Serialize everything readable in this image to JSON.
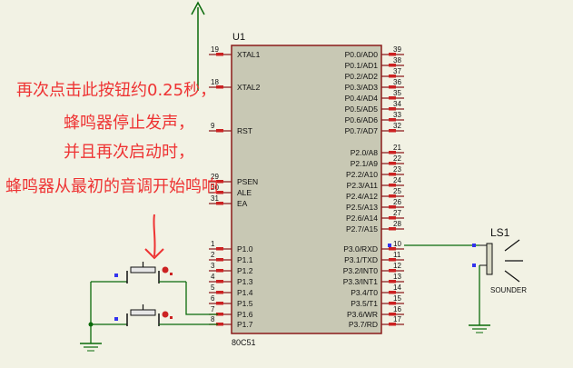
{
  "chip": {
    "ref": "U1",
    "part": "80C51",
    "left_pins": [
      {
        "num": "19",
        "label": "XTAL1"
      },
      {
        "num": "18",
        "label": "XTAL2"
      },
      {
        "num": "9",
        "label": "RST"
      },
      {
        "num": "29",
        "label": "PSEN"
      },
      {
        "num": "30",
        "label": "ALE"
      },
      {
        "num": "31",
        "label": "EA"
      },
      {
        "num": "1",
        "label": "P1.0"
      },
      {
        "num": "2",
        "label": "P1.1"
      },
      {
        "num": "3",
        "label": "P1.2"
      },
      {
        "num": "4",
        "label": "P1.3"
      },
      {
        "num": "5",
        "label": "P1.4"
      },
      {
        "num": "6",
        "label": "P1.5"
      },
      {
        "num": "7",
        "label": "P1.6"
      },
      {
        "num": "8",
        "label": "P1.7"
      }
    ],
    "right_pins": [
      {
        "num": "39",
        "label": "P0.0/AD0"
      },
      {
        "num": "38",
        "label": "P0.1/AD1"
      },
      {
        "num": "37",
        "label": "P0.2/AD2"
      },
      {
        "num": "36",
        "label": "P0.3/AD3"
      },
      {
        "num": "35",
        "label": "P0.4/AD4"
      },
      {
        "num": "34",
        "label": "P0.5/AD5"
      },
      {
        "num": "33",
        "label": "P0.6/AD6"
      },
      {
        "num": "32",
        "label": "P0.7/AD7"
      },
      {
        "num": "21",
        "label": "P2.0/A8"
      },
      {
        "num": "22",
        "label": "P2.1/A9"
      },
      {
        "num": "23",
        "label": "P2.2/A10"
      },
      {
        "num": "24",
        "label": "P2.3/A11"
      },
      {
        "num": "25",
        "label": "P2.4/A12"
      },
      {
        "num": "26",
        "label": "P2.5/A13"
      },
      {
        "num": "27",
        "label": "P2.6/A14"
      },
      {
        "num": "28",
        "label": "P2.7/A15"
      },
      {
        "num": "10",
        "label": "P3.0/RXD"
      },
      {
        "num": "11",
        "label": "P3.1/TXD"
      },
      {
        "num": "12",
        "label": "P3.2/INT0"
      },
      {
        "num": "13",
        "label": "P3.3/INT1"
      },
      {
        "num": "14",
        "label": "P3.4/T0"
      },
      {
        "num": "15",
        "label": "P3.5/T1"
      },
      {
        "num": "16",
        "label": "P3.6/WR"
      },
      {
        "num": "17",
        "label": "P3.7/RD"
      }
    ]
  },
  "speaker": {
    "ref": "LS1",
    "type": "SOUNDER"
  },
  "annotation": {
    "line1": "再次点击此按钮约0.25秒，",
    "line2": "蜂鸣器停止发声，",
    "line3": "并且再次启动时，",
    "line4": "蜂鸣器从最初的音调开始鸣响"
  },
  "colors": {
    "background": "#f2f2e4",
    "chip_fill": "#c8c8b4",
    "chip_border": "#8b1a1a",
    "wire": "#0a6a0a",
    "pin_marker": "#cc2222",
    "annotation_text": "#ee3333",
    "connection_dot": "#3333ee"
  }
}
